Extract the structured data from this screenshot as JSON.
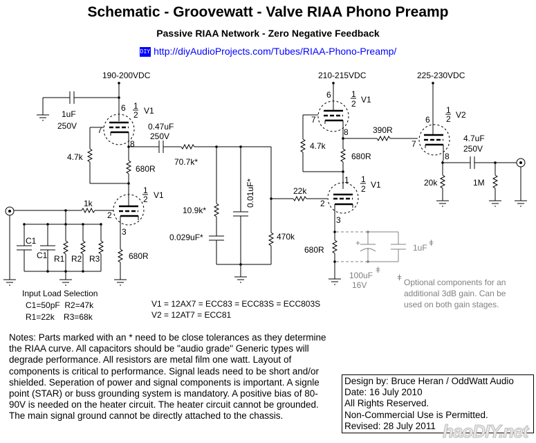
{
  "header": {
    "title": "Schematic - Groovewatt - Valve RIAA Phono Preamp",
    "subtitle": "Passive RIAA Network - Zero Negative Feedback",
    "logo_text": "DIY",
    "url": "http://diyAudioProjects.com/Tubes/RIAA-Phono-Preamp/"
  },
  "supplies": {
    "stage1": "190-200VDC",
    "stage2": "210-215VDC",
    "stage3": "225-230VDC"
  },
  "tubes": {
    "half_label_num": "1",
    "half_label_den": "2",
    "v1": "V1",
    "v2": "V2",
    "pins": {
      "p6": "6",
      "p7": "7",
      "p8": "8",
      "p1": "1",
      "p2": "2",
      "p3": "3"
    }
  },
  "components": {
    "c_bypass1": "1uF",
    "c_bypass1_v": "250V",
    "c_couple1": "0.47uF",
    "c_couple1_v": "250V",
    "r_grid_stop1": "4.7k",
    "r_cath_top1": "680R",
    "r_input": "1k",
    "r_cath1": "680R",
    "r_riaa1": "70.7k*",
    "r_riaa2": "10.9k*",
    "c_riaa1": "0.029uF*",
    "c_riaa2": "0.01uF*",
    "r_riaa_load": "470k",
    "r_grid2": "22k",
    "r_grid_stop2": "4.7k",
    "r_cath_top2": "680R",
    "r_cath2": "680R",
    "r_out_grid": "390R",
    "r_out_cath": "20k",
    "c_out": "4.7uF",
    "c_out_v": "250V",
    "r_out_load": "1M",
    "input_load": {
      "c1a": "C1",
      "c1b": "C1",
      "r1": "R1",
      "r2": "R2",
      "r3": "R3"
    }
  },
  "optional": {
    "c_elec": "100uF",
    "c_elec_v": "16V",
    "c_film": "1uF",
    "marker": "ǂ",
    "plus": "+",
    "note_lines": [
      "Optional components for an",
      "additional 3dB gain.  Can be",
      "used on both gain stages."
    ]
  },
  "input_load_selection": {
    "title": "Input Load Selection",
    "row1": "C1=50pF  R2=47k",
    "row2": "R1=22k    R3=68k"
  },
  "tube_types": {
    "v1": "V1 = 12AX7 = ECC83 = ECC83S = ECC803S",
    "v2": "V2 = 12AT7 = ECC81"
  },
  "notes": "Notes: Parts marked with an * need to be close tolerances as they determine the RIAA curve.  All capacitors should be \"audio grade\" Generic types will degrade performance.  All resistors are metal film one watt.  Layout of components is critical to performance.  Signal leads need to be short and/or shielded.  Seperation of power and signal components is important.  A signle point (STAR) or buss grounding system is mandatory.  A positive bias of 80-90V is needed on the heater circuit.  The heater circuit cannot be grounded.  The main signal ground cannot be directly attached to the chassis.",
  "credits": {
    "line1": "Design by: Bruce Heran / OddWatt Audio",
    "line2": "Date: 16 July 2010",
    "line3": "All Rights Reserved.",
    "line4": "Non-Commercial Use is Permitted.",
    "line5": "Revised: 28 July 2011"
  },
  "watermark": "haoDIY.net"
}
